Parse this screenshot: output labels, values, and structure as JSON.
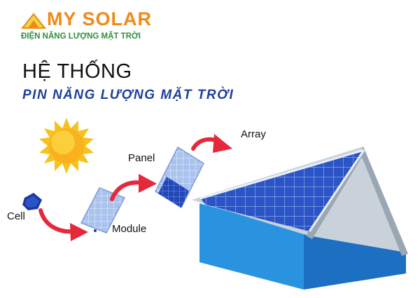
{
  "brand": {
    "name": "MY SOLAR",
    "tagline": "ĐIỆN NĂNG LƯỢNG MẶT TRỜI",
    "colors": {
      "orange": "#ef8a17",
      "green": "#2f8f3a"
    }
  },
  "title": {
    "line1": "HỆ THỐNG",
    "line2": "PIN NĂNG LƯỢNG MẶT TRỜI"
  },
  "diagram": {
    "stages": [
      {
        "id": "cell",
        "label": "Cell"
      },
      {
        "id": "module",
        "label": "Module"
      },
      {
        "id": "panel",
        "label": "Panel"
      },
      {
        "id": "array",
        "label": "Array"
      }
    ],
    "colors": {
      "arrow": "#e5283a",
      "house": "#2a93e0",
      "panel": "#2b54c6",
      "sun": "#f6c21b"
    }
  }
}
